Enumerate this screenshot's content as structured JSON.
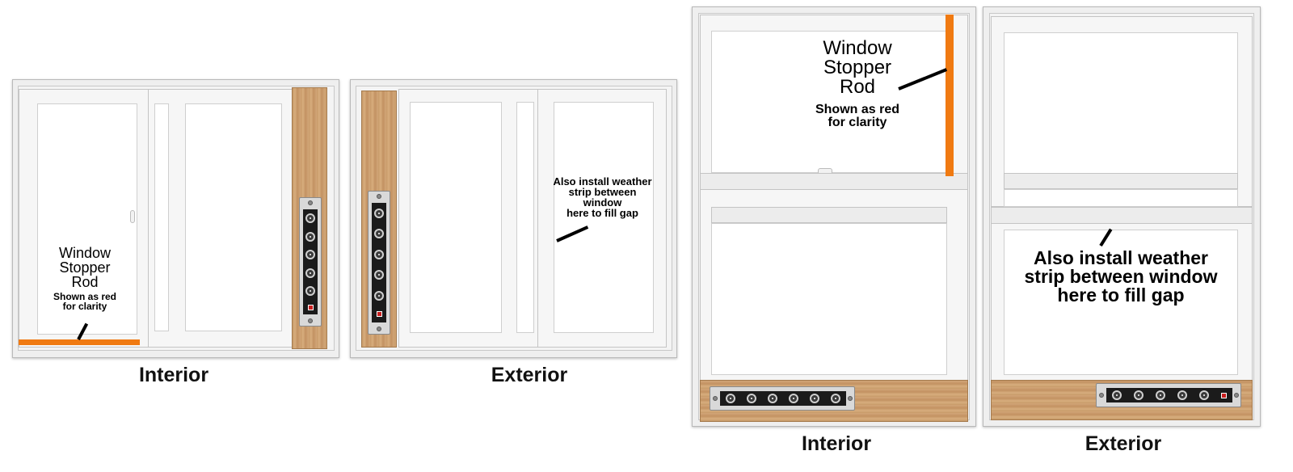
{
  "views": [
    {
      "caption": "Interior",
      "rod_label": {
        "title_lines": [
          "Window",
          "Stopper",
          "Rod"
        ],
        "note_lines": [
          "Shown as red",
          "for clarity"
        ]
      },
      "connector_port_count": 6
    },
    {
      "caption": "Exterior",
      "weather_label_lines": [
        "Also install weather",
        "strip between window",
        "here to fill gap"
      ],
      "connector_port_count": 6
    },
    {
      "caption": "Interior",
      "rod_label": {
        "title_lines": [
          "Window",
          "Stopper",
          "Rod"
        ],
        "note_lines": [
          "Shown as red",
          "for clarity"
        ]
      },
      "connector_port_count": 6
    },
    {
      "caption": "Exterior",
      "weather_label_lines": [
        "Also install weather",
        "strip between window",
        "here to fill gap"
      ],
      "connector_port_count": 6
    }
  ],
  "colors": {
    "stopper_rod": "#f07a12",
    "wood_panel": "#c89a68",
    "connector_plate": "#1b1b1b",
    "window_frame": "#efefef"
  }
}
